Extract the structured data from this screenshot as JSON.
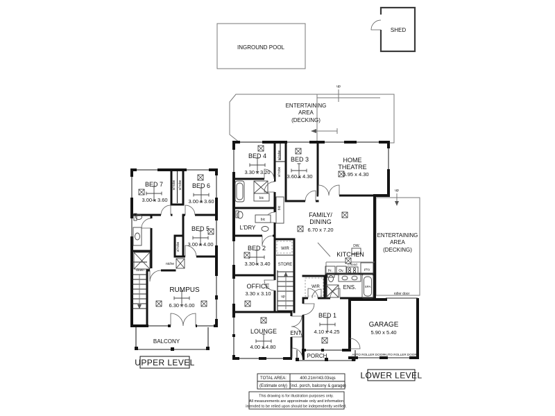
{
  "plan": {
    "pool_label": "INGROUND POOL",
    "shed_label": "SHED",
    "deck": {
      "line1": "ENTERTAINING",
      "line2": "AREA",
      "line3": "(DECKING)"
    },
    "misc": {
      "up": "up",
      "down": "down",
      "niche": "niche",
      "wrobe": "w'robe",
      "bic": "bic",
      "roller_door": "roller door",
      "auto_roller_door": "AUTO ROLLER DOOR"
    }
  },
  "upper": {
    "bed7": {
      "name": "BED 7",
      "dim": "3.00 x 3.60"
    },
    "bed6": {
      "name": "BED 6",
      "dim": "3.00 x 3.60"
    },
    "bed5": {
      "name": "BED 5",
      "dim": "3.00 x 4.00"
    },
    "rumpus": {
      "name": "RUMPUS",
      "dim": "6.30 x 6.00"
    },
    "balcony": "BALCONY",
    "level_label": "UPPER LEVEL"
  },
  "lower": {
    "bed4": {
      "name": "BED 4",
      "dim": "3.30 x 3.20"
    },
    "bed3": {
      "name": "BED 3",
      "dim": "3.60 x 4.30"
    },
    "home_theatre": {
      "line1": "HOME",
      "line2": "THEATRE",
      "dim": "5.95 x 4.30"
    },
    "family_dining": {
      "line1": "FAMILY/",
      "line2": "DINING",
      "dim": "6.70 x 7.20"
    },
    "kitchen": {
      "name": "KITCHEN",
      "dw": "DW.",
      "fr": "Fr.",
      "ov": "Ov.",
      "chood": "c'hood",
      "ptry": "p'try"
    },
    "ldry": "L'DRY",
    "bed2": {
      "name": "BED 2",
      "dim": "3.30 x 3.40"
    },
    "wir_closet": "WIR",
    "store": "STORE",
    "office": {
      "name": "OFFICE",
      "dim": "3.30 x 3.10"
    },
    "lounge": {
      "name": "LOUNGE",
      "dim": "4.00 x 4.80"
    },
    "ent": "ENT.",
    "bed1": {
      "name": "BED 1",
      "dim": "4.10 x 4.25"
    },
    "wir": "WIR",
    "ens": "ENS.",
    "spa": "SPA",
    "porch": "PORCH",
    "garage": {
      "name": "GARAGE",
      "dim": "5.90 x 5.40"
    },
    "level_label": "LOWER LEVEL"
  },
  "footer": {
    "total_area_label": "TOTAL AREA:",
    "total_area_value": "400.21m²/43.03sqs",
    "estimate_label": "(Estimate only)",
    "includes_label": "(incl. porch, balcony & garage)",
    "disclaimer1": "This drawing is for illustration purposes only.",
    "disclaimer2": "All measurements are approximate only and information",
    "disclaimer3": "intended to be relied upon should be independently verified."
  }
}
